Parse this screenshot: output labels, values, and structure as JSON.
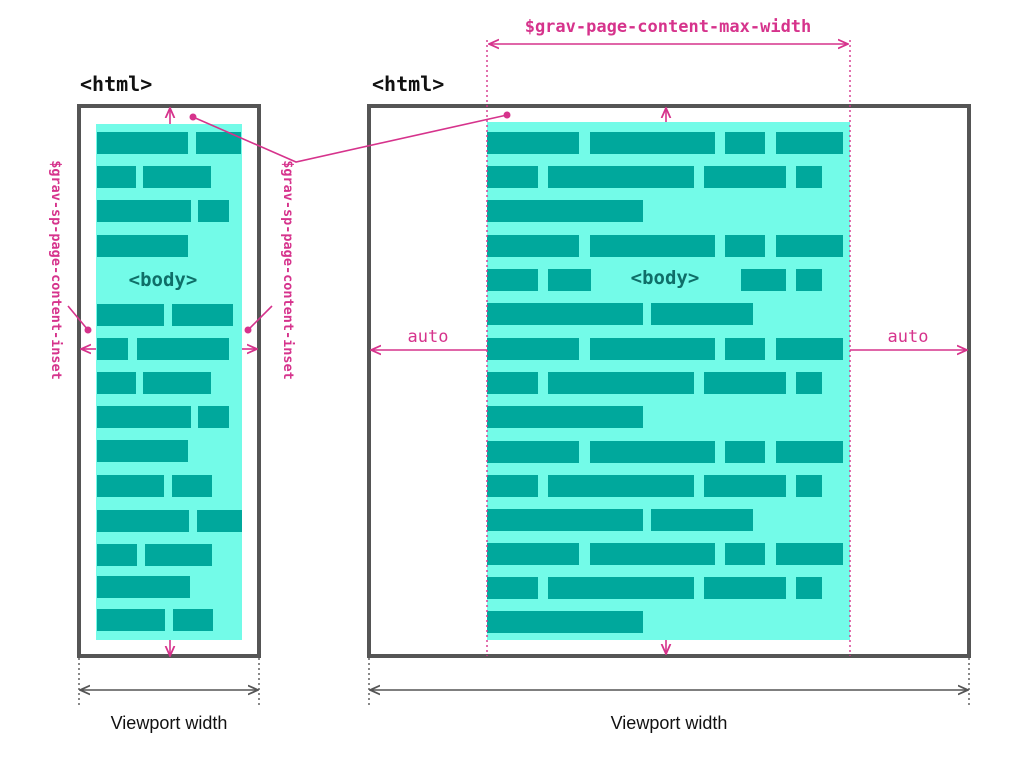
{
  "colors": {
    "frame": "#555555",
    "body_fill": "#73fbe8",
    "text_bar": "#00a89c",
    "accent": "#d6338c",
    "measure": "#555555"
  },
  "narrow": {
    "html_label": "<html>",
    "body_label": "<body>",
    "inset_label_left": "$grav-sp-page-content-inset",
    "inset_label_right": "$grav-sp-page-content-inset",
    "viewport_label": "Viewport width"
  },
  "wide": {
    "html_label": "<html>",
    "body_label": "<body>",
    "max_width_label": "$grav-page-content-max-width",
    "auto_left": "auto",
    "auto_right": "auto",
    "viewport_label": "Viewport width"
  }
}
